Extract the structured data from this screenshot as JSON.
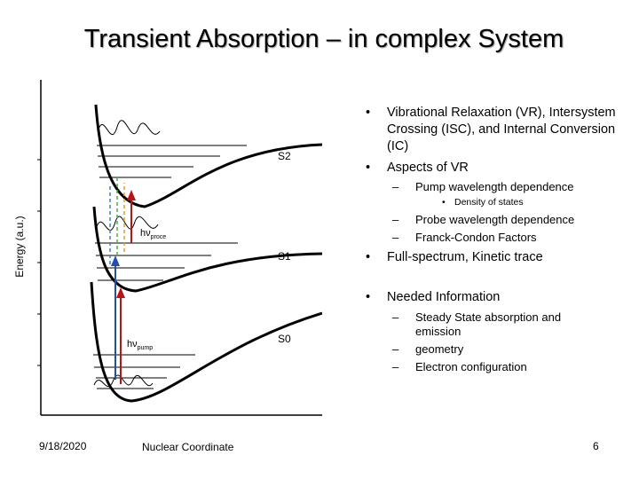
{
  "slide": {
    "title": "Transient Absorption – in complex System",
    "date": "9/18/2020",
    "page_number": "6"
  },
  "figure": {
    "y_label": "Energy (a.u.)",
    "x_label": "Nuclear Coordinate",
    "states": [
      "S2",
      "S1",
      "S0"
    ],
    "pump_label": "hν",
    "pump_sub": "pump",
    "probe_label": "hν",
    "probe_sub": "proce"
  },
  "bullets": {
    "b1": "Vibrational Relaxation (VR), Intersystem Crossing (ISC), and Internal Conversion (IC)",
    "b2": "Aspects of VR",
    "b2_sub1": "Pump wavelength dependence",
    "b2_sub1_sub1": "Density of states",
    "b2_sub2": "Probe wavelength dependence",
    "b2_sub3": "Franck-Condon Factors",
    "b3": "Full-spectrum, Kinetic trace",
    "b4": "Needed Information",
    "b4_sub1": "Steady State absorption and emission",
    "b4_sub2": "geometry",
    "b4_sub3": "Electron configuration"
  }
}
